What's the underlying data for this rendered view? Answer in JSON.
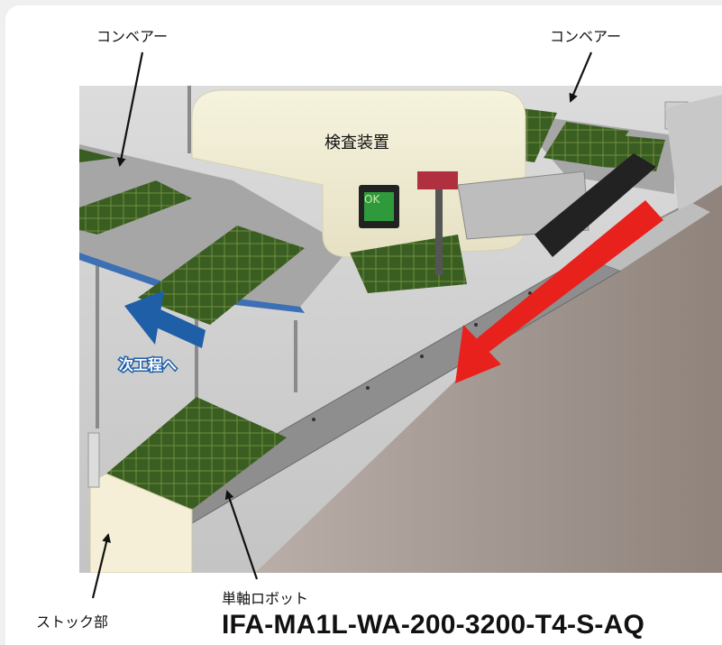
{
  "labels": {
    "conveyor_left": "コンベアー",
    "conveyor_right": "コンベアー",
    "inspection_device": "検査装置",
    "ok_badge": "OK",
    "next_process": "次工程へ",
    "single_axis_robot": "単軸ロボット",
    "stock_section": "ストック部"
  },
  "model_number": "IFA-MA1L-WA-200-3200-T4-S-AQ",
  "colors": {
    "background": "#f0f0f0",
    "conveyor_belt": "#a9a9a9",
    "conveyor_frame": "#3d6fb4",
    "pcb": "#3a5e22",
    "housing": "#f2eed4",
    "robot_base": "#a89b94",
    "direction_arrow_red": "#e8211d",
    "direction_arrow_blue": "#1f5fa8",
    "ok_screen": "#2f9a3c"
  }
}
